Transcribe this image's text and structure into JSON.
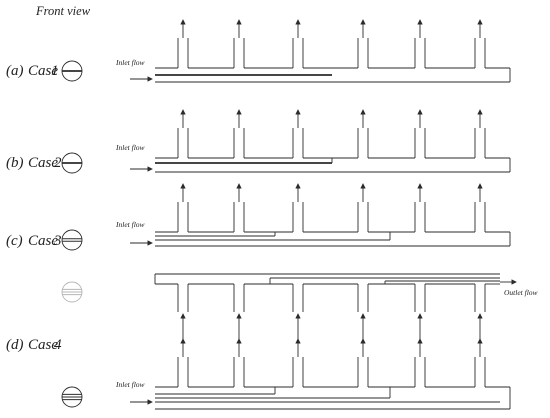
{
  "title": "Front view",
  "inlet_label": "Inlet flow",
  "outlet_label": "Outlet flow",
  "cases": [
    {
      "letter": "(a)",
      "name": "Case",
      "number": "1",
      "inner_plates": 1
    },
    {
      "letter": "(b)",
      "name": "Case",
      "number": "2",
      "inner_plates": 1
    },
    {
      "letter": "(c)",
      "name": "Case",
      "number": "3",
      "inner_plates": 2
    },
    {
      "letter": "(d)",
      "name": "Case",
      "number": "4",
      "inner_plates": 3
    }
  ],
  "branch_count": 6,
  "colors": {
    "line": "#2b2b2b",
    "text": "#222222",
    "faint": "#8a8a8a"
  }
}
